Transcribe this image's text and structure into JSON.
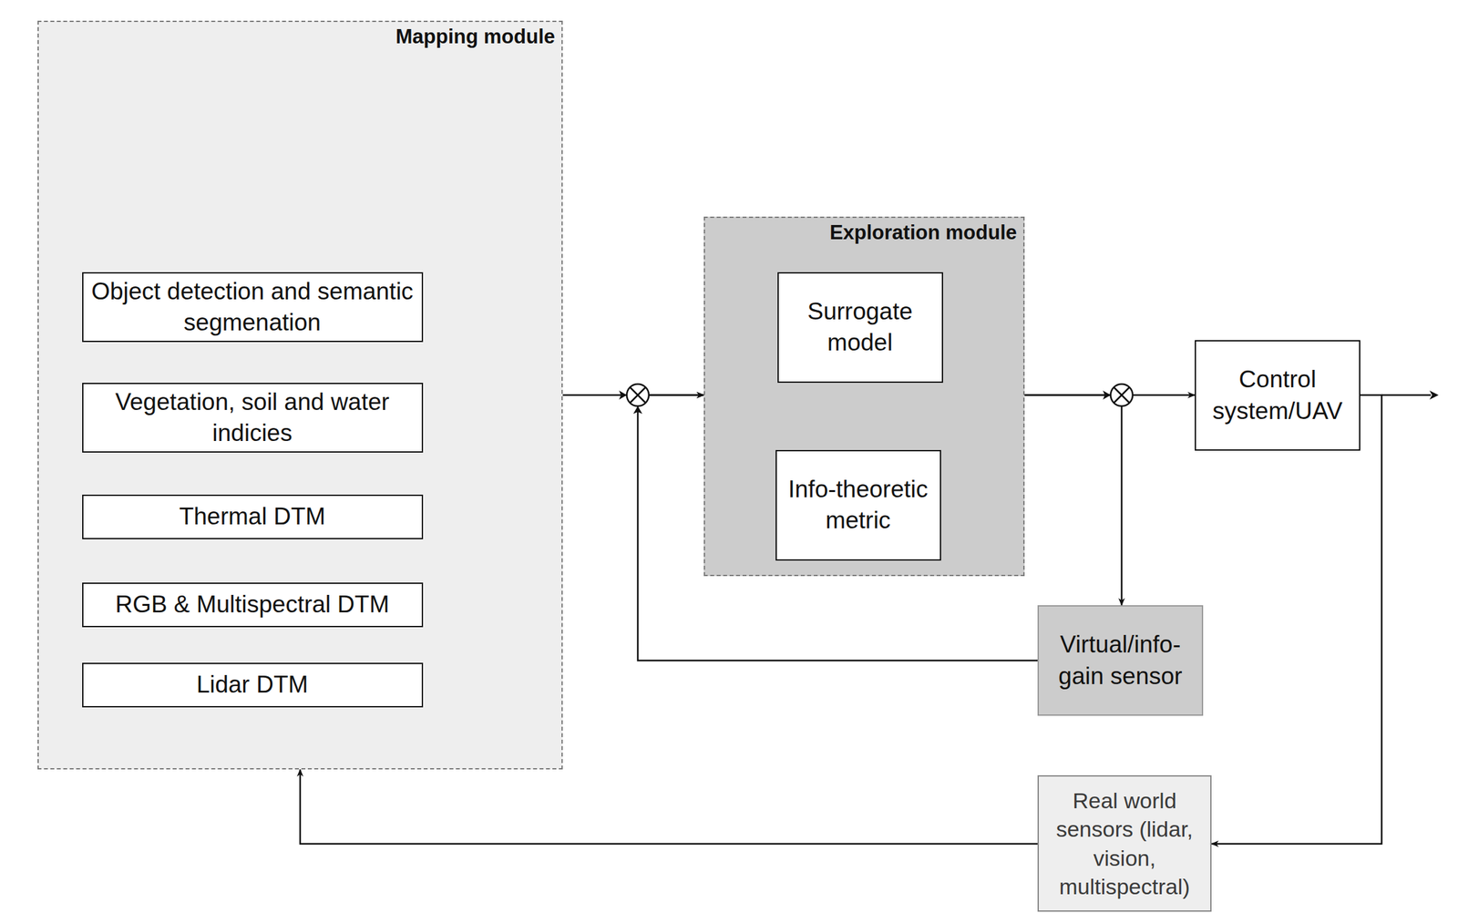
{
  "diagram": {
    "nodes": [
      {
        "text": [
          "Mapping module"
        ]
      },
      {
        "text": [
          "Object detection and semantic segmenation"
        ],
        "in": 0
      },
      {
        "text": [
          "Vegetation, soil and water indicies"
        ],
        "in": 0
      },
      {
        "text": [
          "Thermal DTM"
        ],
        "in": 0
      },
      {
        "text": [
          "RGB & Multispectral DTM"
        ],
        "in": 0
      },
      {
        "text": [
          "Lidar DTM"
        ],
        "in": 0
      },
      {
        "text": [
          "Exploration module"
        ]
      },
      {
        "text": [
          "Surrogate model"
        ],
        "in": 6
      },
      {
        "text": [
          "Info-theoretic metric"
        ],
        "in": 6
      },
      {
        "text": [
          "Control system/UAV"
        ]
      },
      {
        "text": [
          "Virtual/info-gain sensor"
        ]
      },
      {
        "text": [
          "Real world sensors (lidar, vision, multispectral)"
        ]
      }
    ],
    "edges": [
      {
        "from": 2,
        "to": 1,
        "arrow": "to"
      },
      {
        "from": 3,
        "to": 2,
        "arrow": "to"
      },
      {
        "from": 4,
        "to": 2,
        "arrow": "to"
      },
      {
        "from": 3,
        "to": 1,
        "arrow": "to"
      },
      {
        "from": 4,
        "to": 1,
        "arrow": "to"
      },
      {
        "from": 5,
        "to": 1,
        "arrow": "to"
      },
      {
        "from": 0,
        "to": 6,
        "arrow": "to"
      },
      {
        "from": 10,
        "to": 6,
        "arrow": "to"
      },
      {
        "from": 7,
        "to": 8,
        "arrow": "to"
      },
      {
        "from": 8,
        "to": 7,
        "arrow": "to"
      },
      {
        "from": 6,
        "to": 9,
        "arrow": "to"
      },
      {
        "from": 6,
        "to": 10,
        "arrow": "to"
      },
      {
        "from": 9,
        "to": 11,
        "arrow": "to"
      },
      {
        "from": 11,
        "to": 0,
        "arrow": "to"
      }
    ]
  }
}
